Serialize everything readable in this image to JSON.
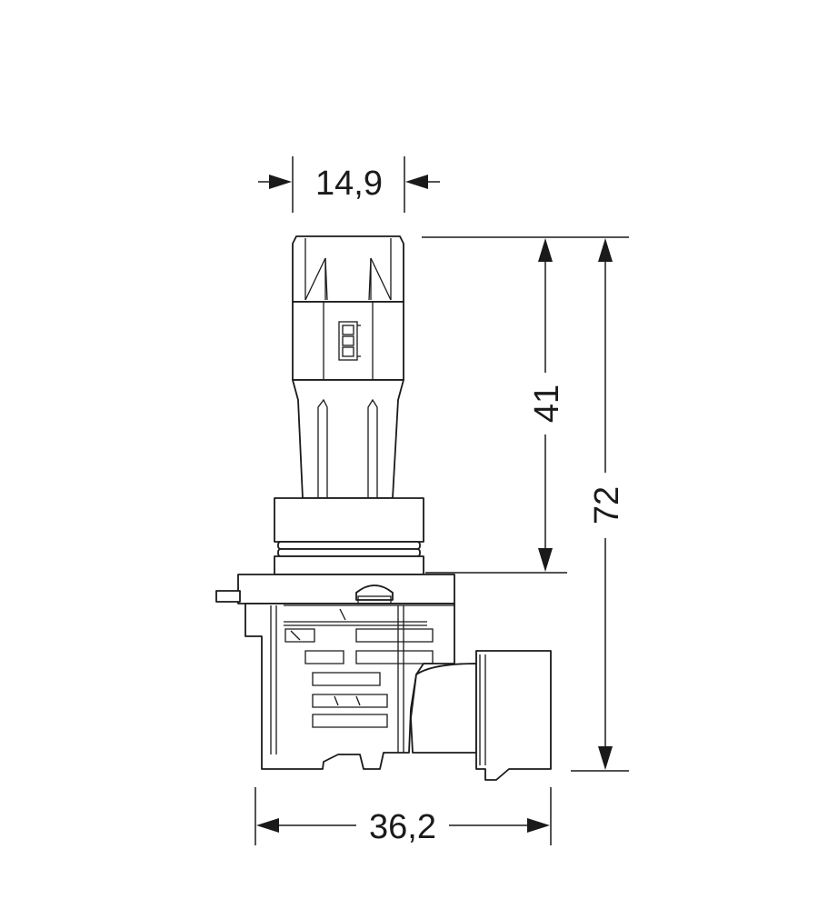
{
  "dimensions": {
    "head_width": "14,9",
    "head_height": "41",
    "total_height": "72",
    "base_width": "36,2"
  }
}
